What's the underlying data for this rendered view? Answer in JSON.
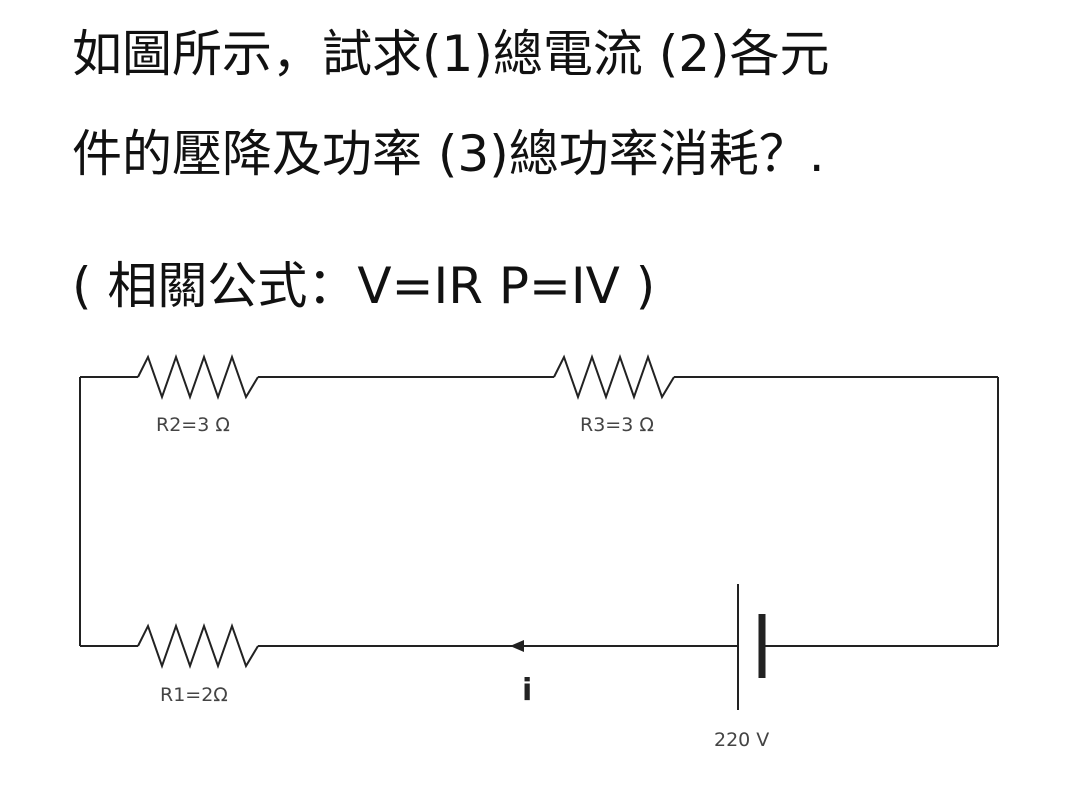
{
  "question": {
    "line1": "如圖所示，試求(1)總電流 (2)各元",
    "line2": "件的壓降及功率 (3)總功率消耗？.",
    "line3": "( 相關公式：V=IR  P=IV )"
  },
  "circuit": {
    "r1_label": "R1=2Ω",
    "r2_label": "R2=3 Ω",
    "r3_label": "R3=3 Ω",
    "current_label": "i",
    "source_label": "220 V"
  }
}
